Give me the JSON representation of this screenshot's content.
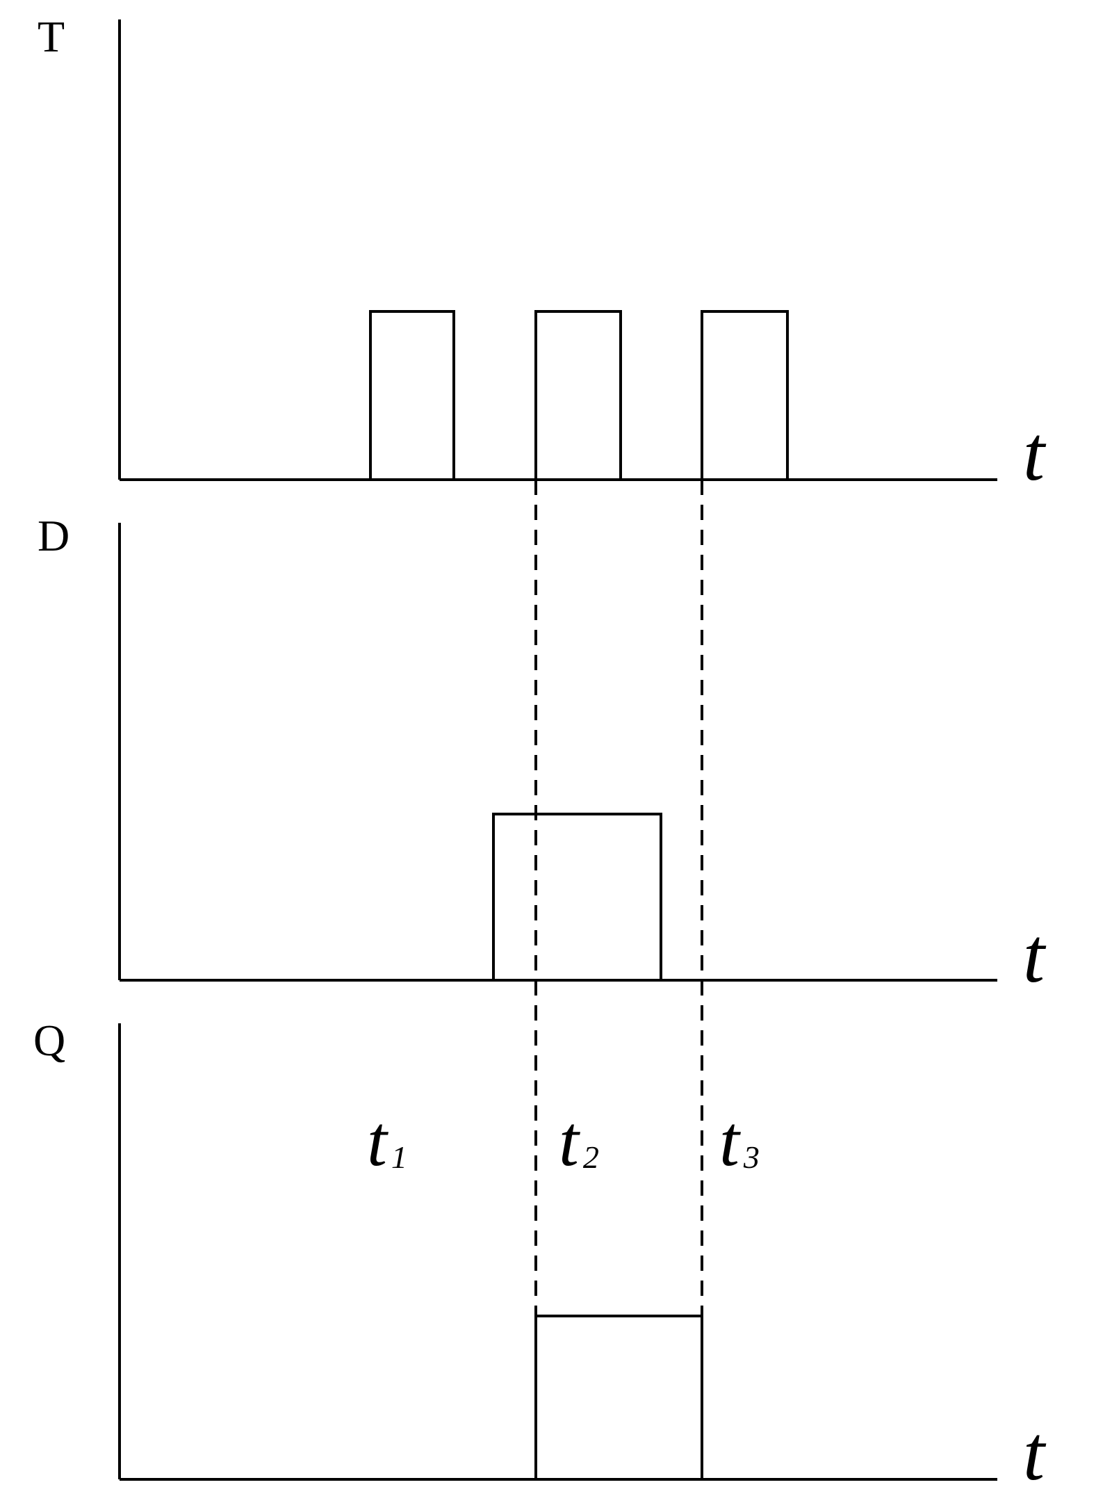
{
  "signals": {
    "T": {
      "label": "T",
      "axis_label": "t",
      "pulses": [
        [
          1,
          2
        ],
        [
          3,
          4
        ],
        [
          5,
          6
        ]
      ]
    },
    "D": {
      "label": "D",
      "axis_label": "t",
      "pulses": [
        [
          2.5,
          4.5
        ]
      ]
    },
    "Q": {
      "label": "Q",
      "axis_label": "t",
      "pulses": [
        [
          3,
          5
        ]
      ]
    }
  },
  "markers": [
    {
      "main": "t",
      "sub": "1"
    },
    {
      "main": "t",
      "sub": "2"
    },
    {
      "main": "t",
      "sub": "3"
    }
  ]
}
